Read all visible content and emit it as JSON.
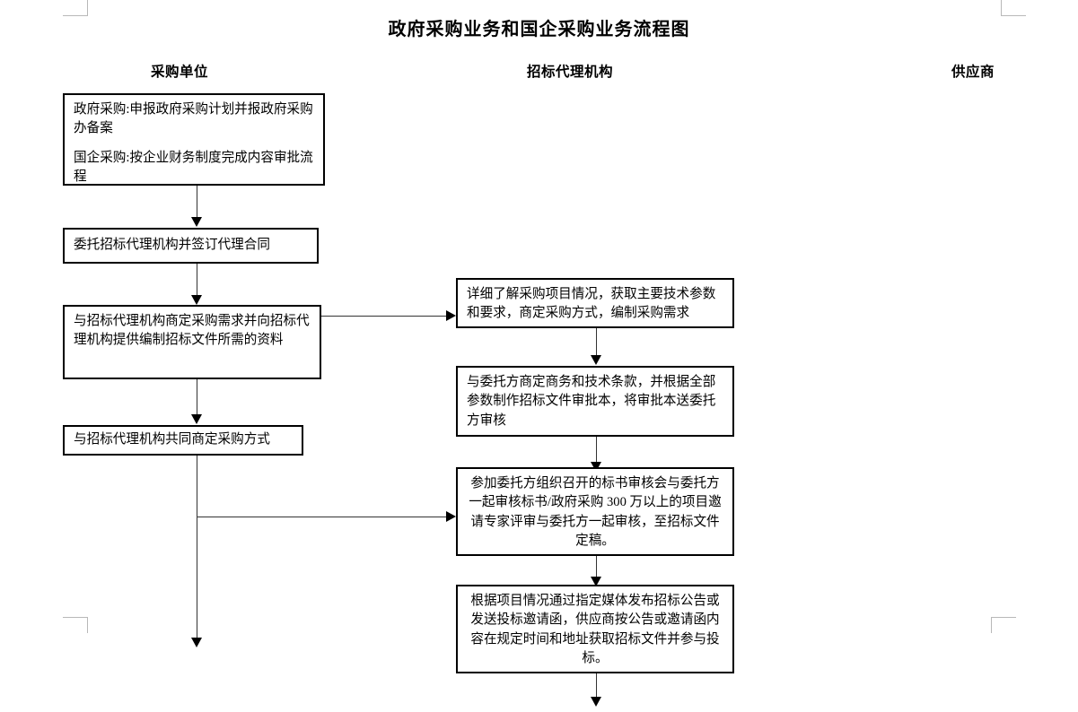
{
  "title": "政府采购业务和国企采购业务流程图",
  "lanes": [
    {
      "label": "采购单位"
    },
    {
      "label": "招标代理机构"
    },
    {
      "label": "供应商"
    }
  ],
  "purchaser_boxes": [
    {
      "lines": [
        "政府采购:申报政府采购计划并报政府采购办备案",
        "国企采购:按企业财务制度完成内容审批流程"
      ]
    },
    {
      "lines": [
        "委托招标代理机构并签订代理合同"
      ]
    },
    {
      "lines": [
        "与招标代理机构商定采购需求并向招标代理机构提供编制招标文件所需的资料"
      ]
    },
    {
      "lines": [
        "与招标代理机构共同商定采购方式"
      ]
    }
  ],
  "agency_boxes": [
    {
      "lines": [
        "详细了解采购项目情况，获取主要技术参数和要求，商定采购方式，编制采购需求"
      ]
    },
    {
      "lines": [
        "与委托方商定商务和技术条款，并根据全部参数制作招标文件审批本，将审批本送委托方审核"
      ]
    },
    {
      "lines": [
        "参加委托方组织召开的标书审核会与委托方一起审核标书/政府采购 300 万以上的项目邀请专家评审与委托方一起审核，至招标文件定稿。"
      ]
    },
    {
      "lines": [
        "根据项目情况通过指定媒体发布招标公告或发送投标邀请函，供应商按公告或邀请函内容在规定时间和地址获取招标文件并参与投标。"
      ]
    }
  ],
  "colors": {
    "line": "#333333",
    "box_border": "#000000",
    "margin_mark": "#b8b8b8",
    "text": "#000000"
  }
}
